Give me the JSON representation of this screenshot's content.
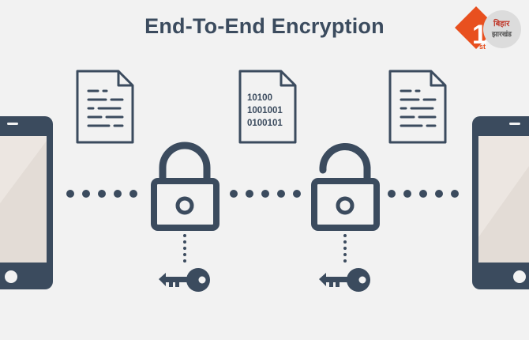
{
  "title": "End-To-End Encryption",
  "binary_lines": [
    "10100",
    "1001001",
    "0100101"
  ],
  "logo": {
    "numeral": "1",
    "suffix": "st",
    "text_line1": "बिहार",
    "text_line2": "झारखंड"
  },
  "colors": {
    "background": "#f2f2f2",
    "ink": "#3b4b5e",
    "document": "#f2f2f2",
    "phone_body": "#3b4b5e",
    "phone_screen": "#e3dcd6",
    "logo_accent": "#e8501f"
  },
  "icons": [
    "smartphone-icon",
    "document-icon",
    "padlock-icon",
    "key-icon",
    "dot-connector"
  ]
}
